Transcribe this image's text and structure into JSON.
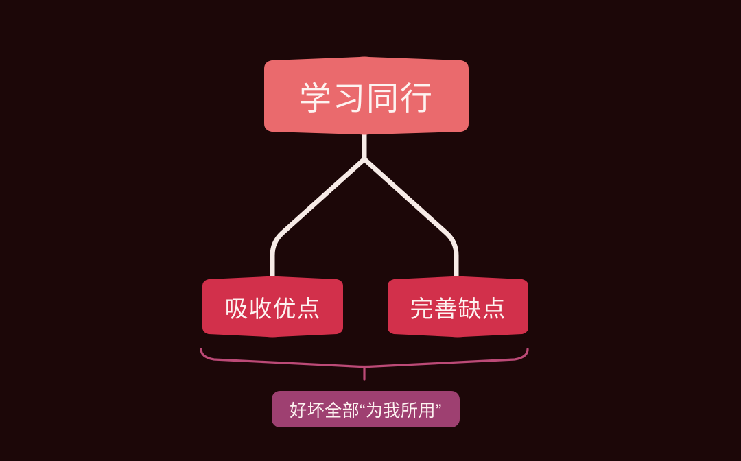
{
  "background_color": "#1c0708",
  "diagram": {
    "type": "hierarchy-tree",
    "root": {
      "id": "root-node",
      "text": "学习同行",
      "shape": "hexagon-banner",
      "fill": "#ea6a6d",
      "text_color": "#fdf3f1"
    },
    "children": [
      {
        "id": "child-node-left",
        "text": "吸收优点",
        "shape": "hexagon-banner",
        "fill": "#d2304b",
        "text_color": "#fdf3f1"
      },
      {
        "id": "child-node-right",
        "text": "完善缺点",
        "shape": "hexagon-banner",
        "fill": "#d2304b",
        "text_color": "#fdf3f1"
      }
    ],
    "connectors": {
      "color": "#f7ebe7",
      "style": "rounded-elbow",
      "width": 7
    },
    "brace": {
      "color": "#bc4a77",
      "width": 3,
      "spans": [
        "吸收优点",
        "完善缺点"
      ]
    },
    "summary": {
      "id": "summary-box",
      "text": "好坏全部“为我所用”",
      "shape": "rounded-rect",
      "fill": "#9e4071",
      "text_color": "#fdf3f1"
    }
  }
}
